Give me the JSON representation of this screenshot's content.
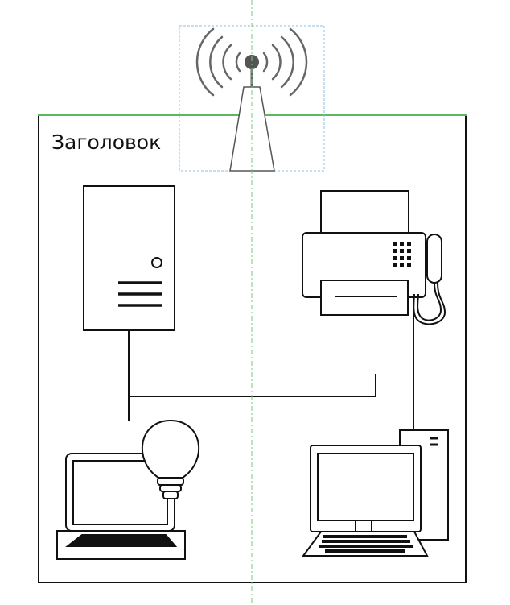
{
  "diagram": {
    "container_title": "Заголовок",
    "colors": {
      "stroke": "#111111",
      "icon_gray": "#666666",
      "tower_gray": "#555555",
      "container_top_line": "#5cb85c",
      "guide_green": "#7ac97a",
      "selection_blue": "#8fbde0"
    },
    "nodes": [
      {
        "id": "antenna",
        "icon": "wifi-antenna-icon"
      },
      {
        "id": "server",
        "icon": "server-tower-icon"
      },
      {
        "id": "fax",
        "icon": "fax-machine-icon"
      },
      {
        "id": "laptop",
        "icon": "laptop-icon"
      },
      {
        "id": "bulb",
        "icon": "light-bulb-icon"
      },
      {
        "id": "desktop",
        "icon": "desktop-computer-icon"
      }
    ]
  }
}
